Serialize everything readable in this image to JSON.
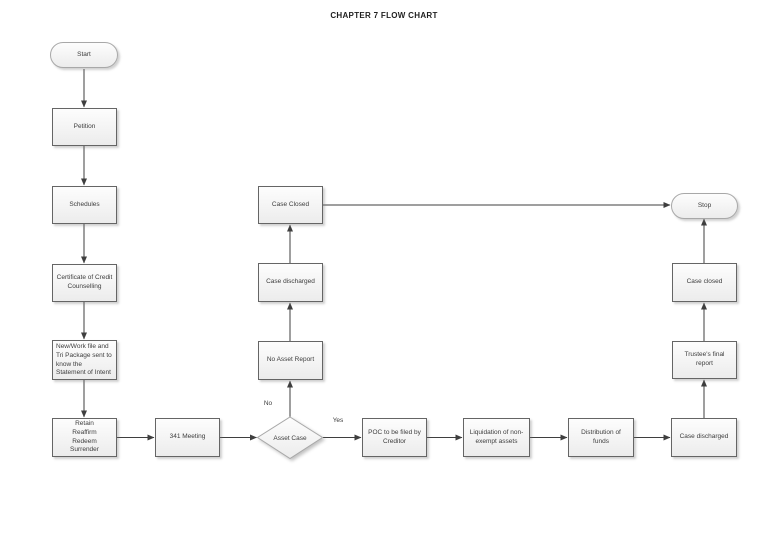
{
  "title": "CHAPTER 7 FLOW CHART",
  "diagram": {
    "type": "flowchart",
    "nodes": {
      "start": {
        "label": "Start",
        "shape": "terminator"
      },
      "petition": {
        "label": "Petition",
        "shape": "process"
      },
      "schedules": {
        "label": "Schedules",
        "shape": "process"
      },
      "certificate": {
        "label": "Certificate of Credit\nCounselling",
        "shape": "process"
      },
      "statement_of_intent": {
        "label": "New/Work file and\nTri Package sent to\nknow the\nStatement of Intent",
        "shape": "process"
      },
      "retain": {
        "label": "Retain\nReaffirm\nRedeem\nSurrender",
        "shape": "process"
      },
      "meeting_341": {
        "label": "341 Meeting",
        "shape": "process"
      },
      "asset_case": {
        "label": "Asset Case",
        "shape": "decision"
      },
      "no_asset_report": {
        "label": "No Asset Report",
        "shape": "process"
      },
      "case_discharged_mid": {
        "label": "Case discharged",
        "shape": "process"
      },
      "case_closed_mid": {
        "label": "Case Closed",
        "shape": "process"
      },
      "poc": {
        "label": "POC to be filed by\nCreditor",
        "shape": "process"
      },
      "liquidation": {
        "label": "Liquidation of non-\nexempt assets",
        "shape": "process"
      },
      "distribution": {
        "label": "Distribution of\nfunds",
        "shape": "process"
      },
      "case_discharged_right": {
        "label": "Case discharged",
        "shape": "process"
      },
      "trustees_final_report": {
        "label": "Trustee's final\nreport",
        "shape": "process"
      },
      "case_closed_right": {
        "label": "Case closed",
        "shape": "process"
      },
      "stop": {
        "label": "Stop",
        "shape": "terminator"
      }
    },
    "edge_labels": {
      "no": "No",
      "yes": "Yes"
    },
    "edges": [
      {
        "from": "start",
        "to": "petition"
      },
      {
        "from": "petition",
        "to": "schedules"
      },
      {
        "from": "schedules",
        "to": "certificate"
      },
      {
        "from": "certificate",
        "to": "statement_of_intent"
      },
      {
        "from": "statement_of_intent",
        "to": "retain"
      },
      {
        "from": "retain",
        "to": "meeting_341"
      },
      {
        "from": "meeting_341",
        "to": "asset_case"
      },
      {
        "from": "asset_case",
        "to": "no_asset_report",
        "label": "No"
      },
      {
        "from": "asset_case",
        "to": "poc",
        "label": "Yes"
      },
      {
        "from": "no_asset_report",
        "to": "case_discharged_mid"
      },
      {
        "from": "case_discharged_mid",
        "to": "case_closed_mid"
      },
      {
        "from": "case_closed_mid",
        "to": "stop"
      },
      {
        "from": "poc",
        "to": "liquidation"
      },
      {
        "from": "liquidation",
        "to": "distribution"
      },
      {
        "from": "distribution",
        "to": "case_discharged_right"
      },
      {
        "from": "case_discharged_right",
        "to": "trustees_final_report"
      },
      {
        "from": "trustees_final_report",
        "to": "case_closed_right"
      },
      {
        "from": "case_closed_right",
        "to": "stop"
      }
    ],
    "colors": {
      "process_border": "#656565",
      "terminator_border": "#a8a8a8",
      "arrow": "#3f3f3f",
      "node_fill_top": "#fdfdfd",
      "node_fill_bottom": "#ececec",
      "text": "#3d3d3d"
    }
  }
}
